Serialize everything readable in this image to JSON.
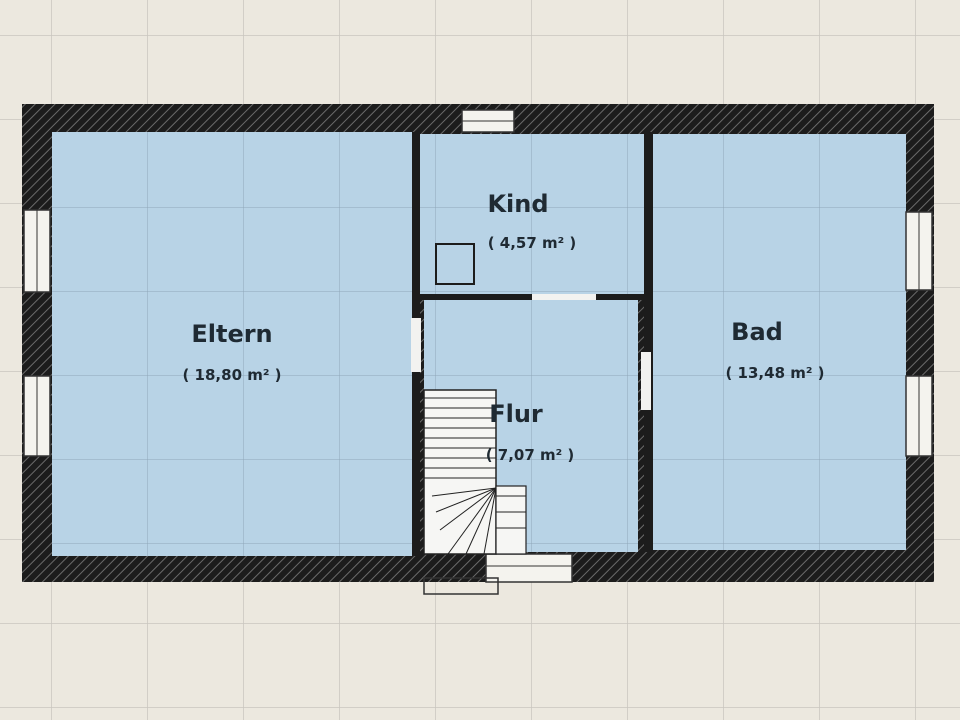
{
  "plan": {
    "colors": {
      "background": "#ece8df",
      "grid": "#c9c6bf",
      "floor": "#b8d3e6",
      "floor_grid": "#8fa7b9",
      "wall": "#1c1c1c",
      "hatch": "#6a6a6a",
      "text": "#1f2a33"
    },
    "rooms": [
      {
        "id": "eltern",
        "name": "Eltern",
        "area": "( 18,80 m² )"
      },
      {
        "id": "kind",
        "name": "Kind",
        "area": "( 4,57 m² )"
      },
      {
        "id": "flur",
        "name": "Flur",
        "area": "( 7,07 m² )"
      },
      {
        "id": "bad",
        "name": "Bad",
        "area": "( 13,48 m² )"
      }
    ]
  }
}
